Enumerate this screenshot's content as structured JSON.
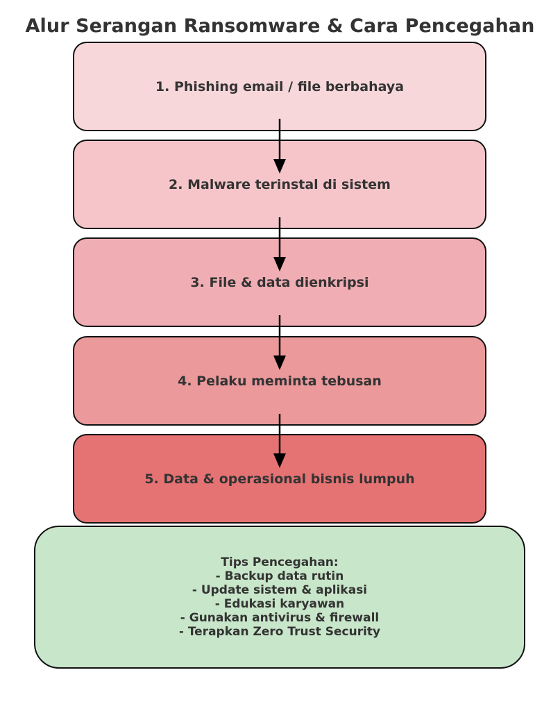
{
  "title": "Alur Serangan Ransomware & Cara Pencegahan",
  "steps": [
    {
      "label": "1. Phishing email / file berbahaya",
      "color": "#f7d7da"
    },
    {
      "label": "2. Malware terinstal di sistem",
      "color": "#f5c5c9"
    },
    {
      "label": "3. File & data dienkripsi",
      "color": "#f0adb3"
    },
    {
      "label": "4. Pelaku meminta tebusan",
      "color": "#eb999b"
    },
    {
      "label": "5. Data & operasional bisnis lumpuh",
      "color": "#e57373"
    }
  ],
  "tips": {
    "lines": [
      "Tips Pencegahan:",
      "- Backup data rutin",
      "- Update sistem & aplikasi",
      "- Edukasi karyawan",
      "- Gunakan antivirus & firewall",
      "- Terapkan Zero Trust Security"
    ],
    "color": "#c8e6c9"
  },
  "arrow_color": "#000000"
}
